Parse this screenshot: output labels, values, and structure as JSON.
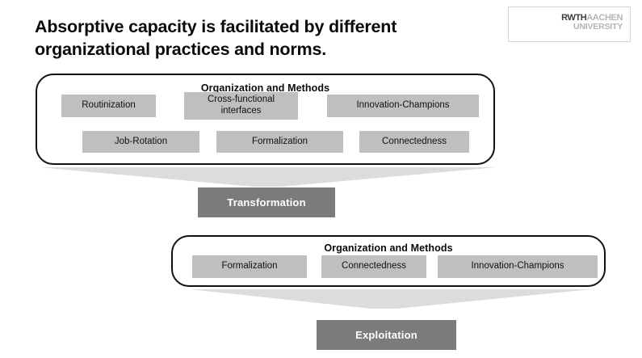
{
  "slide": {
    "title": "Absorptive capacity is facilitated by different\norganizational practices and norms.",
    "background_color": "#ffffff"
  },
  "logo": {
    "name": "rwth-aachen-university-logo",
    "primary_text": "RWTH",
    "secondary_text": "AACHEN",
    "subtitle_text": "UNIVERSITY",
    "primary_color": "#3d3d3d",
    "secondary_color": "#b4b4b4"
  },
  "diagram": {
    "chip_color": "#bfbfbf",
    "process_color": "#7b7b7b",
    "arrow_color": "#dcdcdc",
    "outline_color": "#111111",
    "groups": [
      {
        "id": "assimilation-group",
        "header": "Organization and Methods",
        "rows": [
          [
            {
              "label": "Routinization"
            },
            {
              "label": "Cross-functional\ninterfaces"
            },
            {
              "label": "Innovation-Champions"
            }
          ],
          [
            {
              "label": "Job-Rotation"
            },
            {
              "label": "Formalization"
            },
            {
              "label": "Connectedness"
            }
          ]
        ]
      },
      {
        "id": "exploitation-group",
        "header": "Organization and Methods",
        "rows": [
          [
            {
              "label": "Formalization"
            },
            {
              "label": "Connectedness"
            },
            {
              "label": "Innovation-Champions"
            }
          ]
        ]
      }
    ],
    "processes": [
      {
        "id": "transformation",
        "label": "Transformation"
      },
      {
        "id": "exploitation",
        "label": "Exploitation"
      }
    ]
  }
}
